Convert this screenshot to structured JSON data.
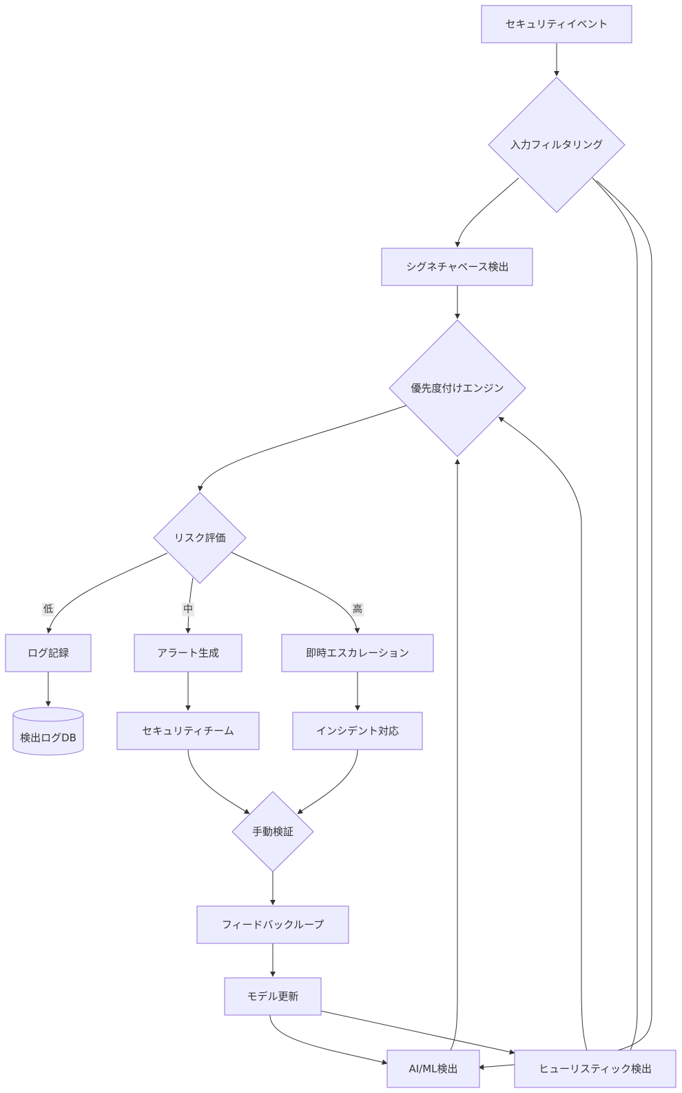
{
  "diagram": {
    "type": "flowchart",
    "colors": {
      "node_fill": "#ECECFF",
      "node_stroke": "#9370DB",
      "edge": "#333333",
      "text": "#333333"
    },
    "nodes": {
      "security_event": "セキュリティイベント",
      "input_filtering": "入力フィルタリング",
      "signature_detection": "シグネチャベース検出",
      "prioritization_engine": "優先度付けエンジン",
      "risk_assessment": "リスク評価",
      "log_record": "ログ記録",
      "alert_generation": "アラート生成",
      "immediate_escalation": "即時エスカレーション",
      "detection_log_db": "検出ログDB",
      "security_team": "セキュリティチーム",
      "incident_response": "インシデント対応",
      "manual_verification": "手動検証",
      "feedback_loop": "フィードバックループ",
      "model_update": "モデル更新",
      "aiml_detection": "AI/ML検出",
      "heuristic_detection": "ヒューリスティック検出"
    },
    "edge_labels": {
      "low": "低",
      "medium": "中",
      "high": "高"
    }
  }
}
